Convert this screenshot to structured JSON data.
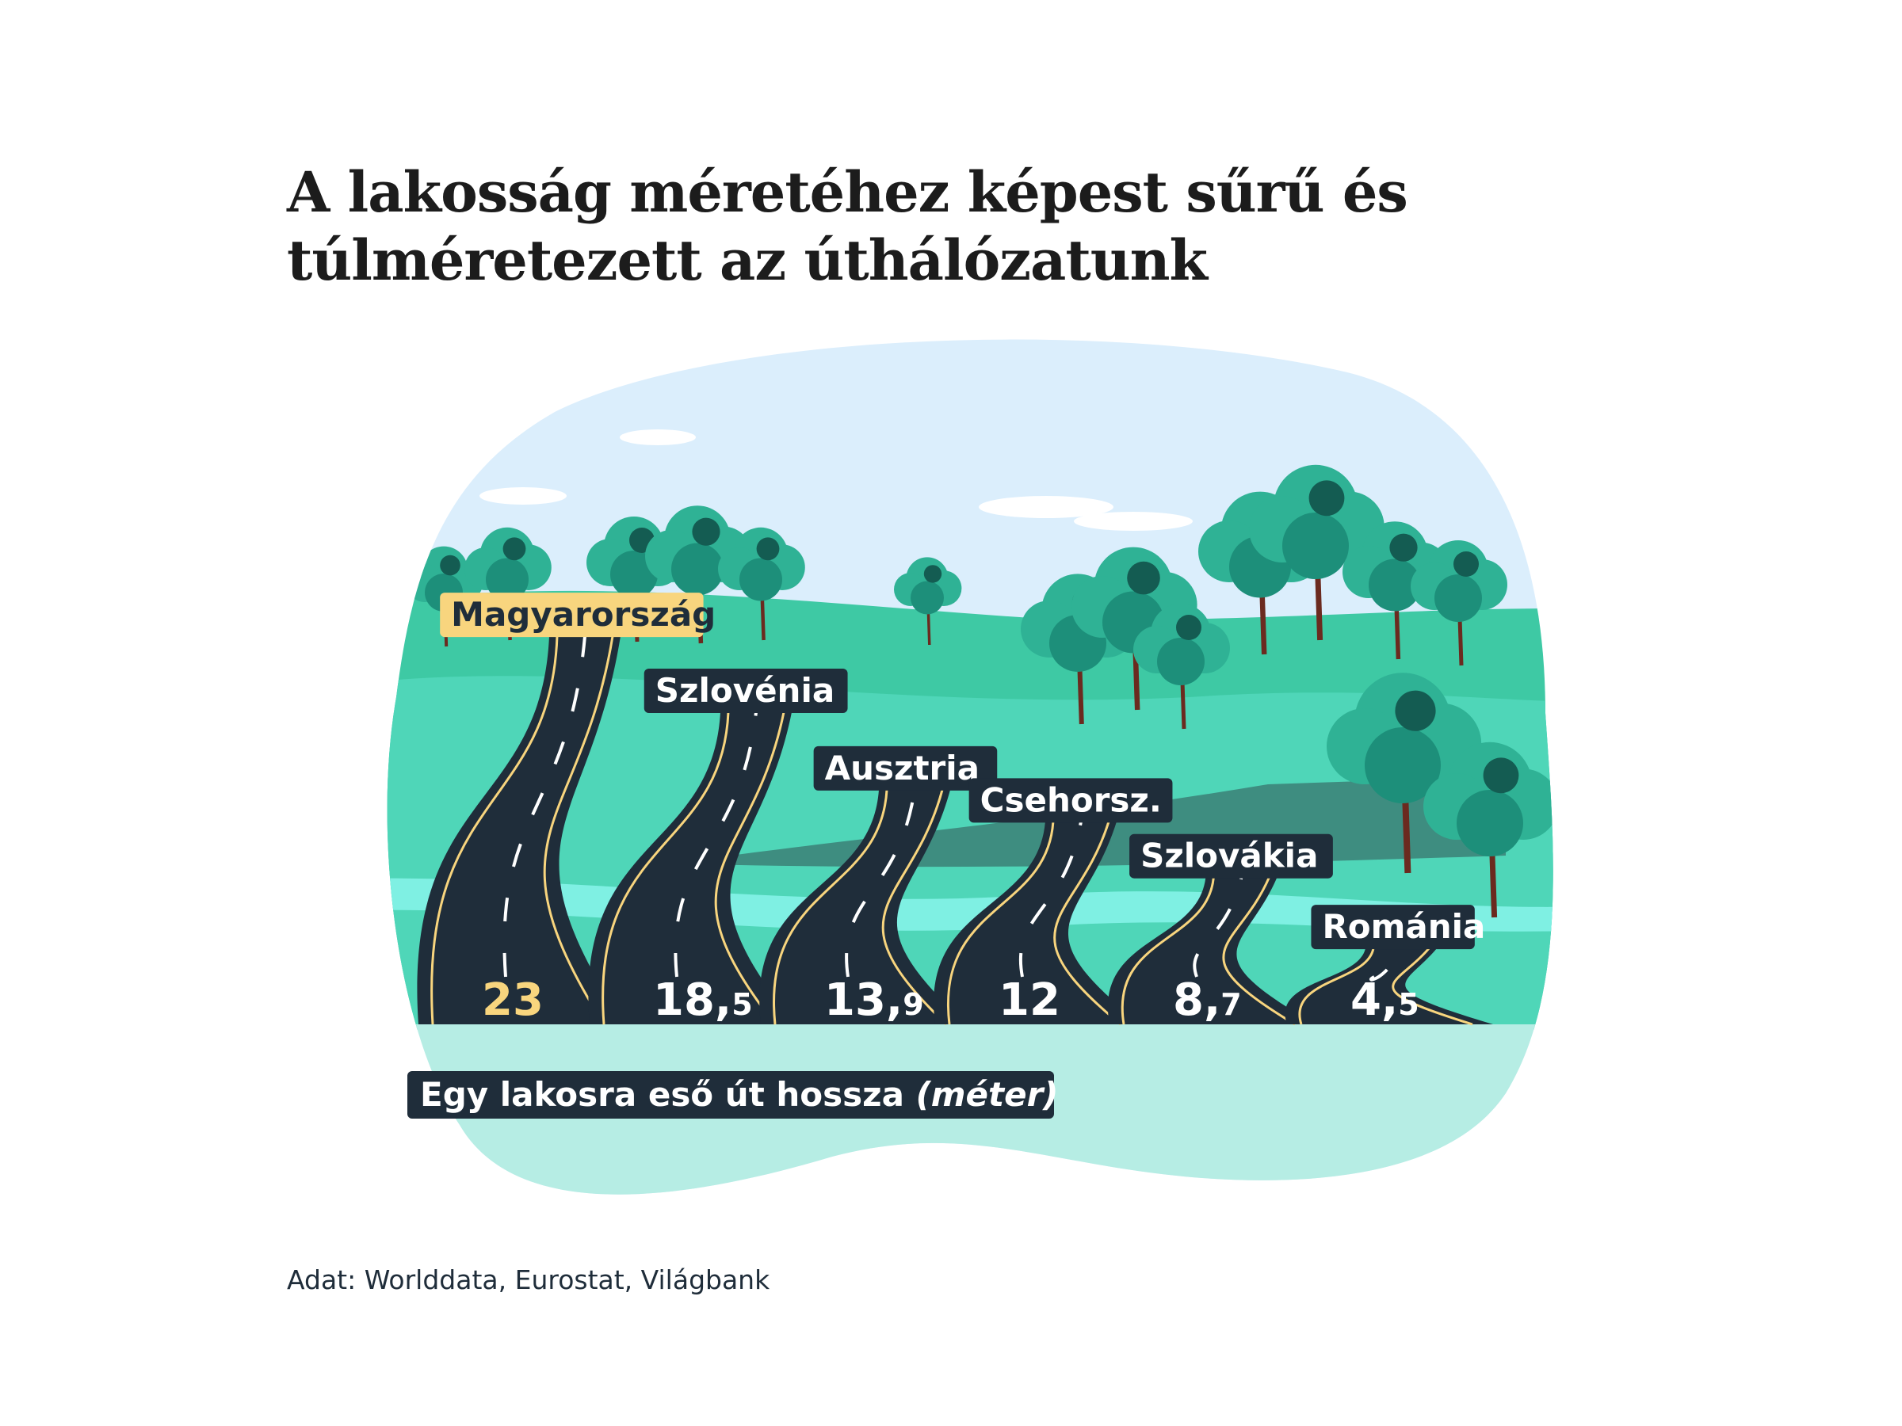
{
  "title": "A lakosság méretéhez képest sűrű és túlméretezett az úthálózatunk",
  "source": "Adat: Worlddata, Eurostat, Világbank",
  "colors": {
    "road": "#1f2d3a",
    "highlight": "#f8d57e",
    "sky": "#dbeefc",
    "grass": "#48d4b4",
    "ground": "#b6ede4",
    "label_bg": "#1f2d3a",
    "label_text": "#ffffff"
  },
  "chart_data": {
    "type": "bar",
    "title": "A lakosság méretéhez képest sűrű és túlméretezett az úthálózatunk",
    "xlabel": "",
    "ylabel": "Egy lakosra eső út hossza (méter)",
    "axis_label_main": "Egy lakosra eső út hossza",
    "axis_label_unit": "(méter)",
    "ylim": [
      0,
      23
    ],
    "grid": false,
    "categories": [
      "Magyarország",
      "Szlovénia",
      "Ausztria",
      "Csehorsz.",
      "Szlovákia",
      "Románia"
    ],
    "values": [
      23,
      18.5,
      13.9,
      12,
      8.7,
      4.5
    ],
    "value_labels": [
      {
        "int": "23",
        "dec": ""
      },
      {
        "int": "18,",
        "dec": "5"
      },
      {
        "int": "13,",
        "dec": "9"
      },
      {
        "int": "12",
        "dec": ""
      },
      {
        "int": "8,",
        "dec": "7"
      },
      {
        "int": "4,",
        "dec": "5"
      }
    ],
    "highlight": "Magyarország"
  }
}
